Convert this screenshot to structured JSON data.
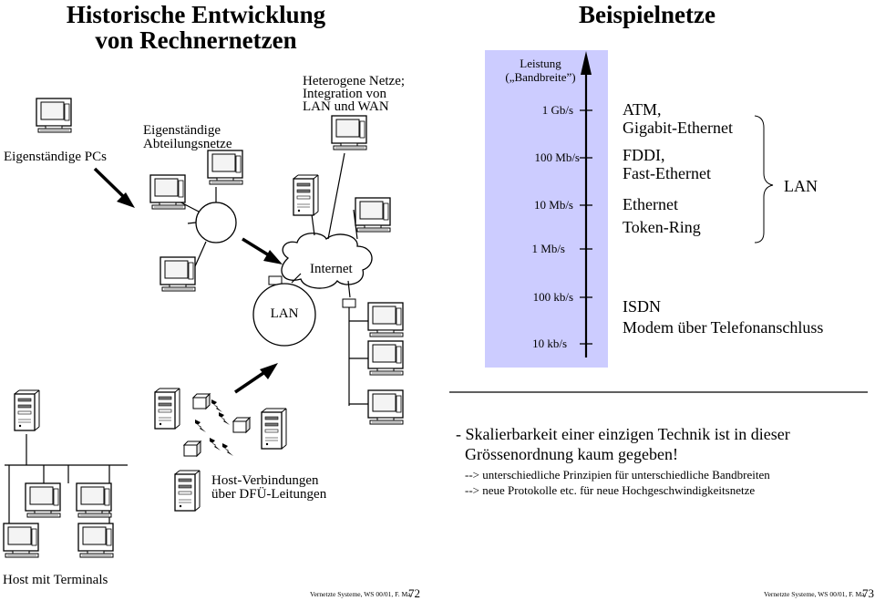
{
  "left_slide": {
    "title_line1": "Historische Entwicklung",
    "title_line2": "von Rechnernetzen",
    "stage1": "Eigenständige PCs",
    "stage2_line1": "Eigenständige",
    "stage2_line2": "Abteilungsnetze",
    "stage3_line1": "Heterogene Netze;",
    "stage3_line2": "Integration von",
    "stage3_line3": "LAN und WAN",
    "internet_label": "Internet",
    "lan_label": "LAN",
    "host_fdue_line1": "Host-Verbindungen",
    "host_fdue_line2": "über DFÜ-Leitungen",
    "host_terminals": "Host mit Terminals",
    "footer": "Vernetzte Systeme, WS 00/01, F. Ma.",
    "page_number": "72"
  },
  "right_slide": {
    "title": "Beispielnetze",
    "axis_title_line1": "Leistung",
    "axis_title_line2": "(„Bandbreite”)",
    "ticks": [
      "1 Gb/s",
      "100 Mb/s",
      "10 Mb/s",
      "1 Mb/s",
      "100 kb/s",
      "10 kb/s"
    ],
    "networks": {
      "atm_line1": "ATM,",
      "atm_line2": "Gigabit-Ethernet",
      "fddi_line1": "FDDI,",
      "fddi_line2": "Fast-Ethernet",
      "ethernet": "Ethernet",
      "token_ring": "Token-Ring",
      "lan": "LAN",
      "isdn": "ISDN",
      "modem": "Modem über Telefonanschluss"
    },
    "bullet1_line1": "- Skalierbarkeit einer einzigen Technik ist in dieser",
    "bullet1_line2": "Grössenordnung kaum gegeben!",
    "bullet2": "--> unterschiedliche Prinzipien für unterschiedliche Bandbreiten",
    "bullet3": "--> neue Protokolle etc. für neue Hochgeschwindigkeitsnetze",
    "footer": "Vernetzte Systeme, WS 00/01, F. Ma.",
    "page_number": "73"
  },
  "colors": {
    "band_fill": "#ccccff",
    "ink": "#000000",
    "monitor_face": "#f4f4f4",
    "arrow": "#000000"
  },
  "icons": [
    "pc-monitor-icon",
    "server-tower-icon",
    "cloud-icon",
    "lightning-icon",
    "router-box-icon"
  ]
}
